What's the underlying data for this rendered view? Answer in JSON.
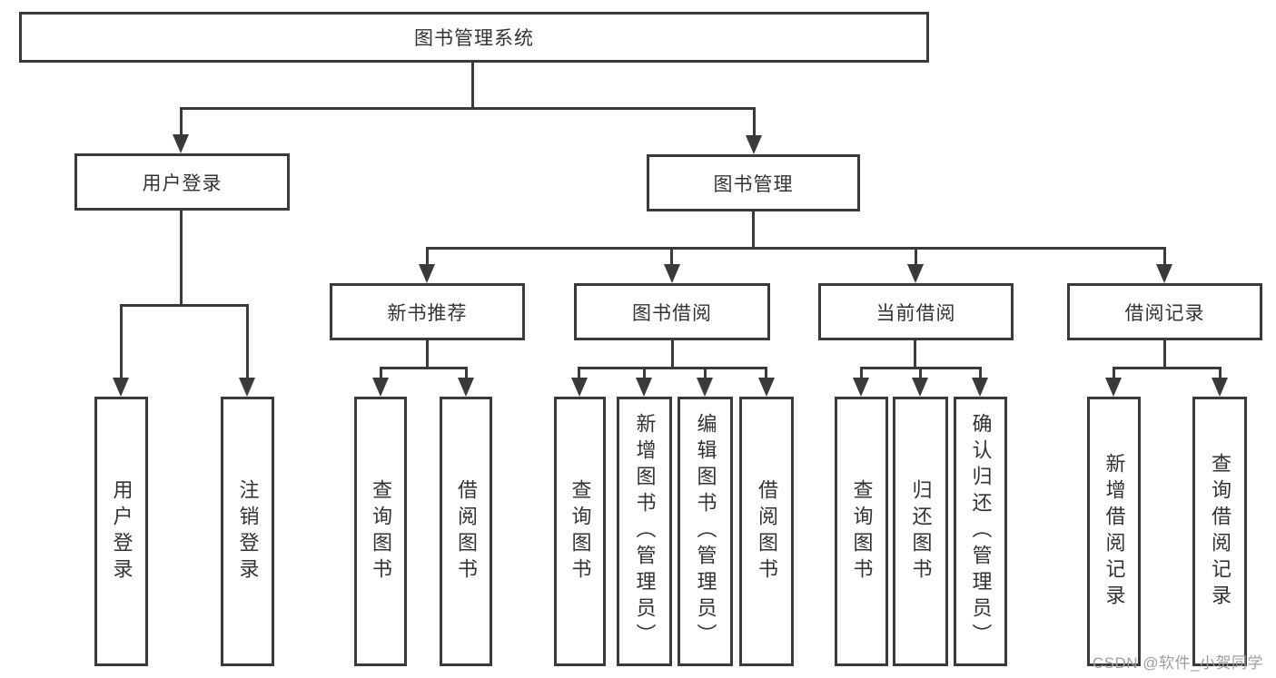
{
  "colors": {
    "line": "#3a3a3a",
    "text": "#333333",
    "background": "#ffffff",
    "watermark": "#9e9e9e"
  },
  "tree": {
    "root": {
      "label": "图书管理系统"
    },
    "branches": [
      {
        "label": "用户登录",
        "children": [
          {
            "label": "用户登录"
          },
          {
            "label": "注销登录"
          }
        ]
      },
      {
        "label": "图书管理",
        "children": [
          {
            "label": "新书推荐",
            "children": [
              {
                "label": "查询图书"
              },
              {
                "label": "借阅图书"
              }
            ]
          },
          {
            "label": "图书借阅",
            "children": [
              {
                "label": "查询图书"
              },
              {
                "label": "新增图书（管理员）"
              },
              {
                "label": "编辑图书（管理员）"
              },
              {
                "label": "借阅图书"
              }
            ]
          },
          {
            "label": "当前借阅",
            "children": [
              {
                "label": "查询图书"
              },
              {
                "label": "归还图书"
              },
              {
                "label": "确认归还（管理员）"
              }
            ]
          },
          {
            "label": "借阅记录",
            "children": [
              {
                "label": "新增借阅记录"
              },
              {
                "label": "查询借阅记录"
              }
            ]
          }
        ]
      }
    ]
  },
  "watermark": {
    "text": "CSDN @软件_小贺同学"
  }
}
